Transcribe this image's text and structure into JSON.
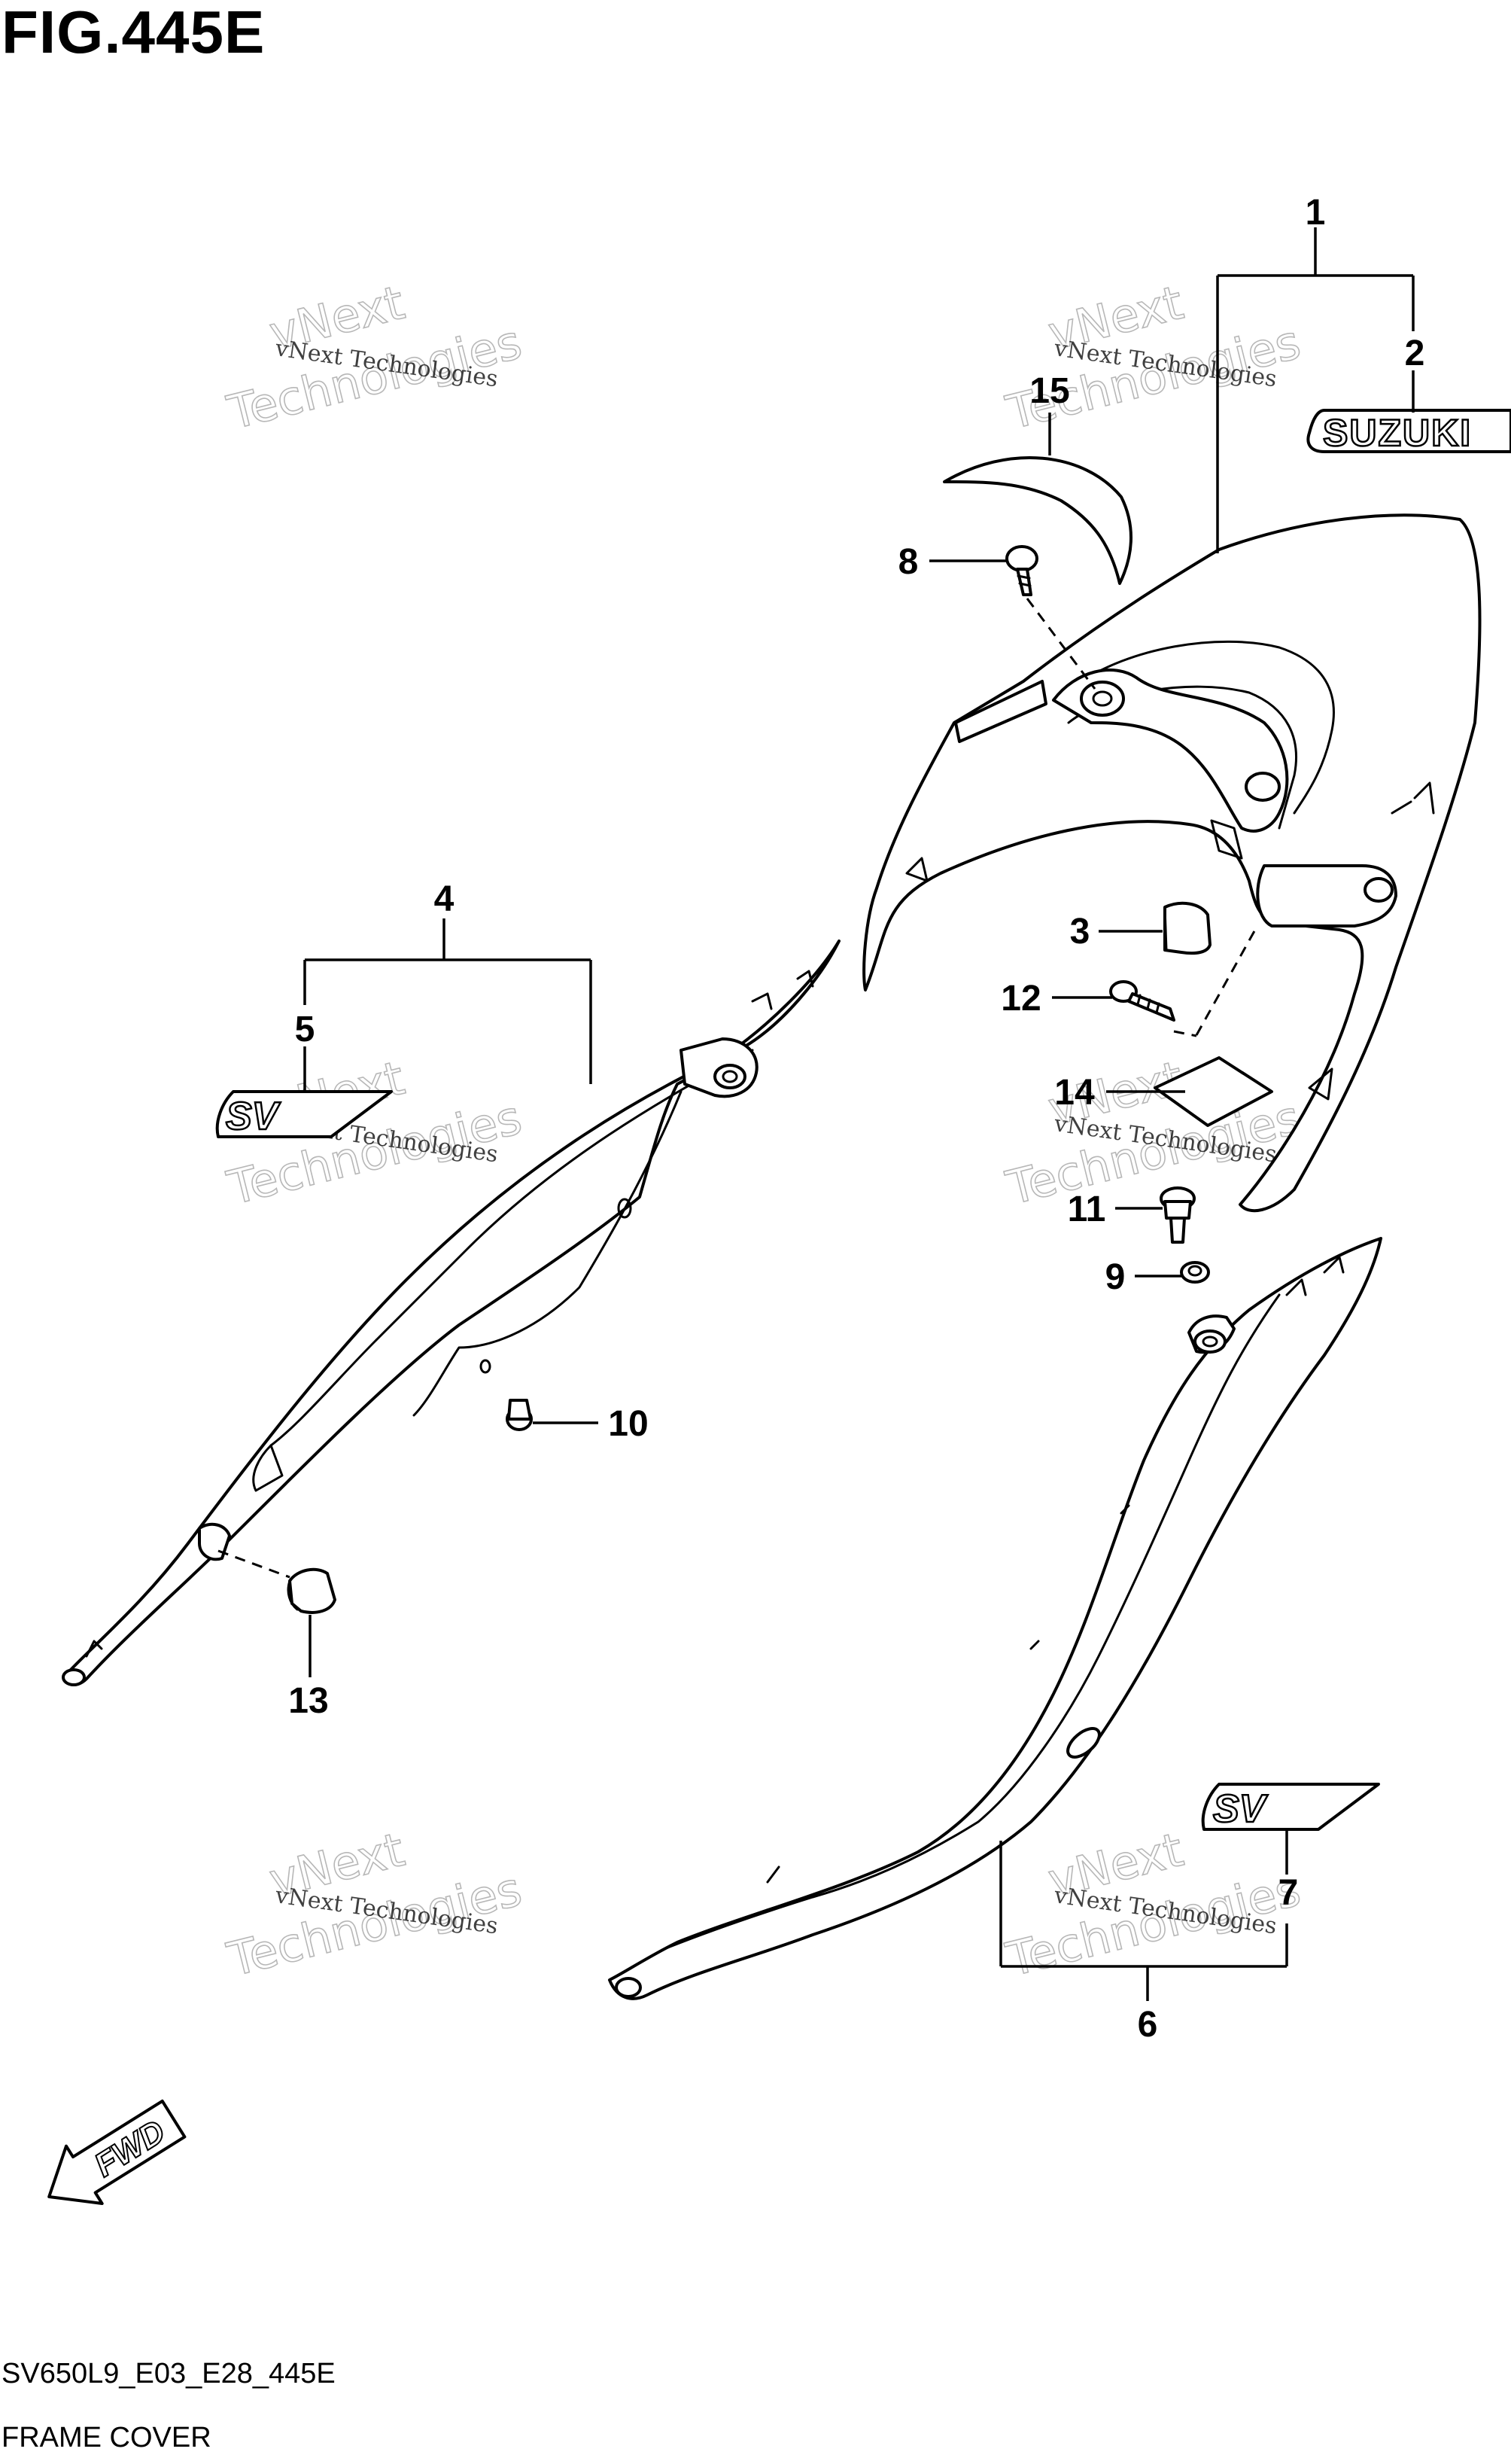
{
  "figure": {
    "title": "FIG.445E",
    "model_code": "SV650L9_E03_E28_445E",
    "caption": "FRAME COVER"
  },
  "watermark": {
    "line1": "vNext Technologies",
    "line2": "vNext",
    "line3": "Technologies"
  },
  "badges": {
    "fwd": "FWD",
    "brand": "SUZUKI"
  },
  "callouts": [
    "1",
    "2",
    "3",
    "4",
    "5",
    "6",
    "7",
    "8",
    "9",
    "10",
    "11",
    "12",
    "13",
    "14",
    "15"
  ],
  "colors": {
    "line": "#000000",
    "watermark": "#9a9a9a",
    "background": "#ffffff"
  }
}
